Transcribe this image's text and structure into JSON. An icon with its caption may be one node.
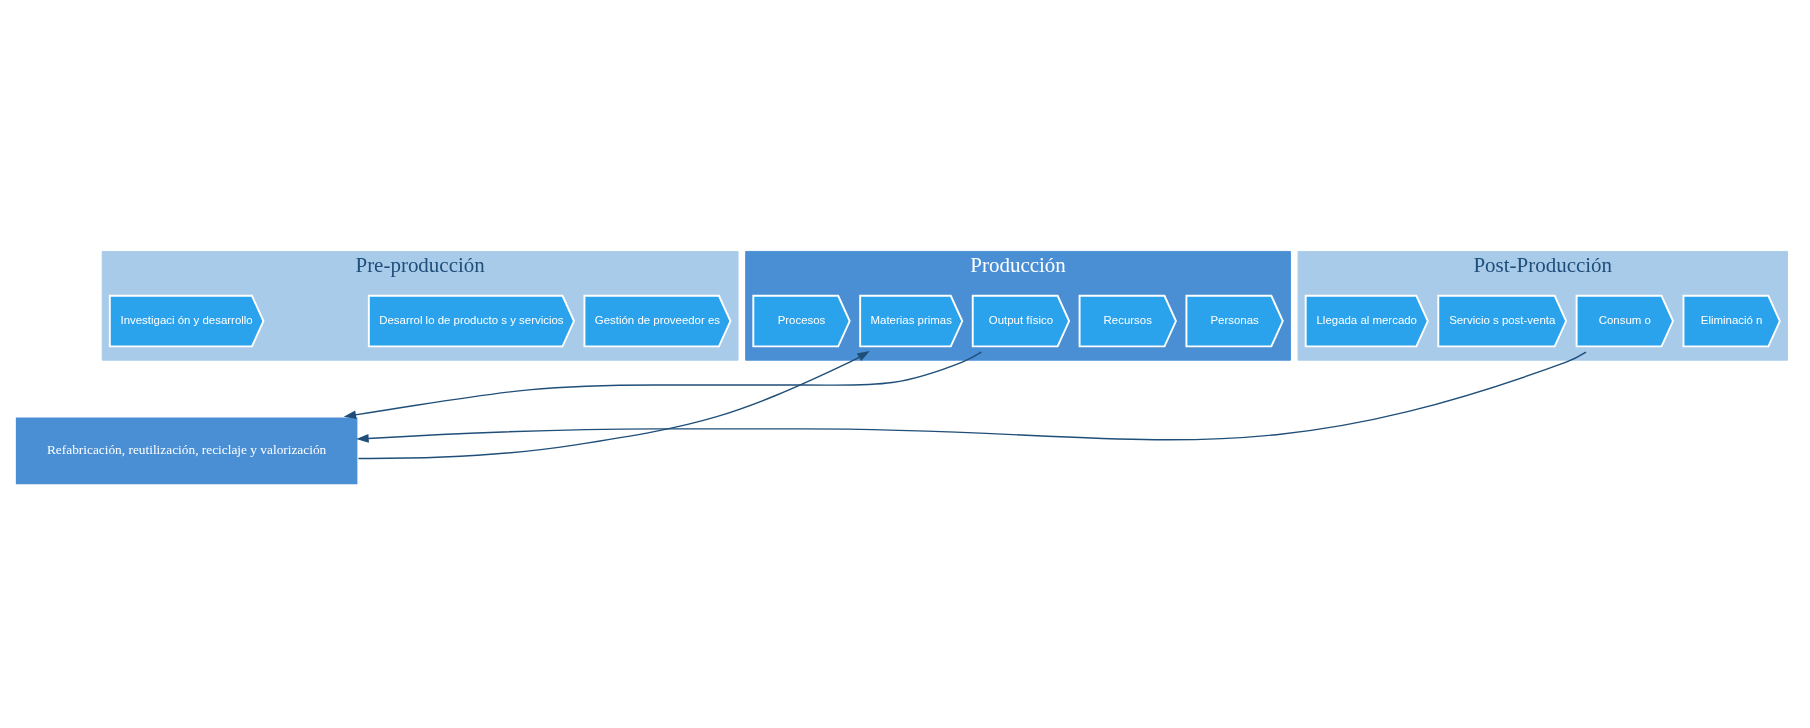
{
  "diagram": {
    "nodes": [
      {
        "text": [
          "Pre-producción"
        ]
      },
      {
        "text": [
          "Investigaci ón y desarrollo"
        ],
        "in": 0
      },
      {
        "text": [
          "Desarrol lo de producto s y servicios"
        ],
        "in": 0
      },
      {
        "text": [
          "Gestión de proveedor es"
        ],
        "in": 0
      },
      {
        "text": [
          "Producción"
        ]
      },
      {
        "text": [
          "Procesos"
        ],
        "in": 4
      },
      {
        "text": [
          "Materias primas"
        ],
        "in": 4
      },
      {
        "text": [
          "Output físico"
        ],
        "in": 4
      },
      {
        "text": [
          "Recursos"
        ],
        "in": 4
      },
      {
        "text": [
          "Personas"
        ],
        "in": 4
      },
      {
        "text": [
          "Post-Producción"
        ]
      },
      {
        "text": [
          "Llegada al mercado"
        ],
        "in": 10
      },
      {
        "text": [
          "Servicio s post-venta"
        ],
        "in": 10
      },
      {
        "text": [
          "Consum o"
        ],
        "in": 10
      },
      {
        "text": [
          "Eliminació n"
        ],
        "in": 10
      },
      {
        "text": [
          "Refabricación, reutilización, reciclaje y valorización"
        ]
      }
    ],
    "edges": [
      {
        "from": 7,
        "to": 15,
        "arrow": "to"
      },
      {
        "from": 13,
        "to": 15,
        "arrow": "to"
      },
      {
        "from": 15,
        "to": 6,
        "arrow": "to"
      }
    ]
  }
}
